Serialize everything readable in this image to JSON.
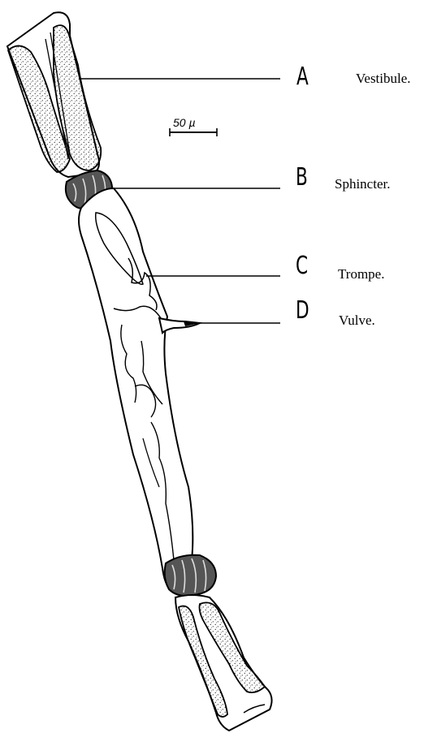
{
  "labels": [
    {
      "letter": "A",
      "name": "Vestibule."
    },
    {
      "letter": "B",
      "name": "Sphincter."
    },
    {
      "letter": "C",
      "name": "Trompe."
    },
    {
      "letter": "D",
      "name": "Vulve."
    }
  ],
  "scale_bar": {
    "text": "50 µ"
  }
}
